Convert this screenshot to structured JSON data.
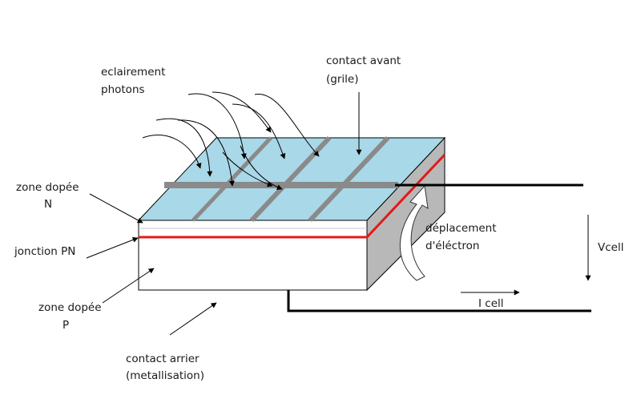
{
  "labels": {
    "illumination_line1": "eclairement",
    "illumination_line2": "photons",
    "front_contact_line1": "contact avant",
    "front_contact_line2": "(grile)",
    "n_zone_line1": "zone dopée",
    "n_zone_line2": "N",
    "pn_junction": "jonction PN",
    "p_zone_line1": "zone dopée",
    "p_zone_line2": "P",
    "back_contact_line1": "contact arrier",
    "back_contact_line2": "(metallisation)",
    "electron_line1": "déplacement",
    "electron_line2": "d'éléctron",
    "vcell": "Vcell",
    "icell": "I cell"
  },
  "colors": {
    "top_surface": "#a9d8e8",
    "grid_line": "#8a8a8a",
    "junction": "#e01a1a",
    "side_face": "#b8b8b8",
    "front_face": "#ffffff",
    "wire": "#000000"
  }
}
